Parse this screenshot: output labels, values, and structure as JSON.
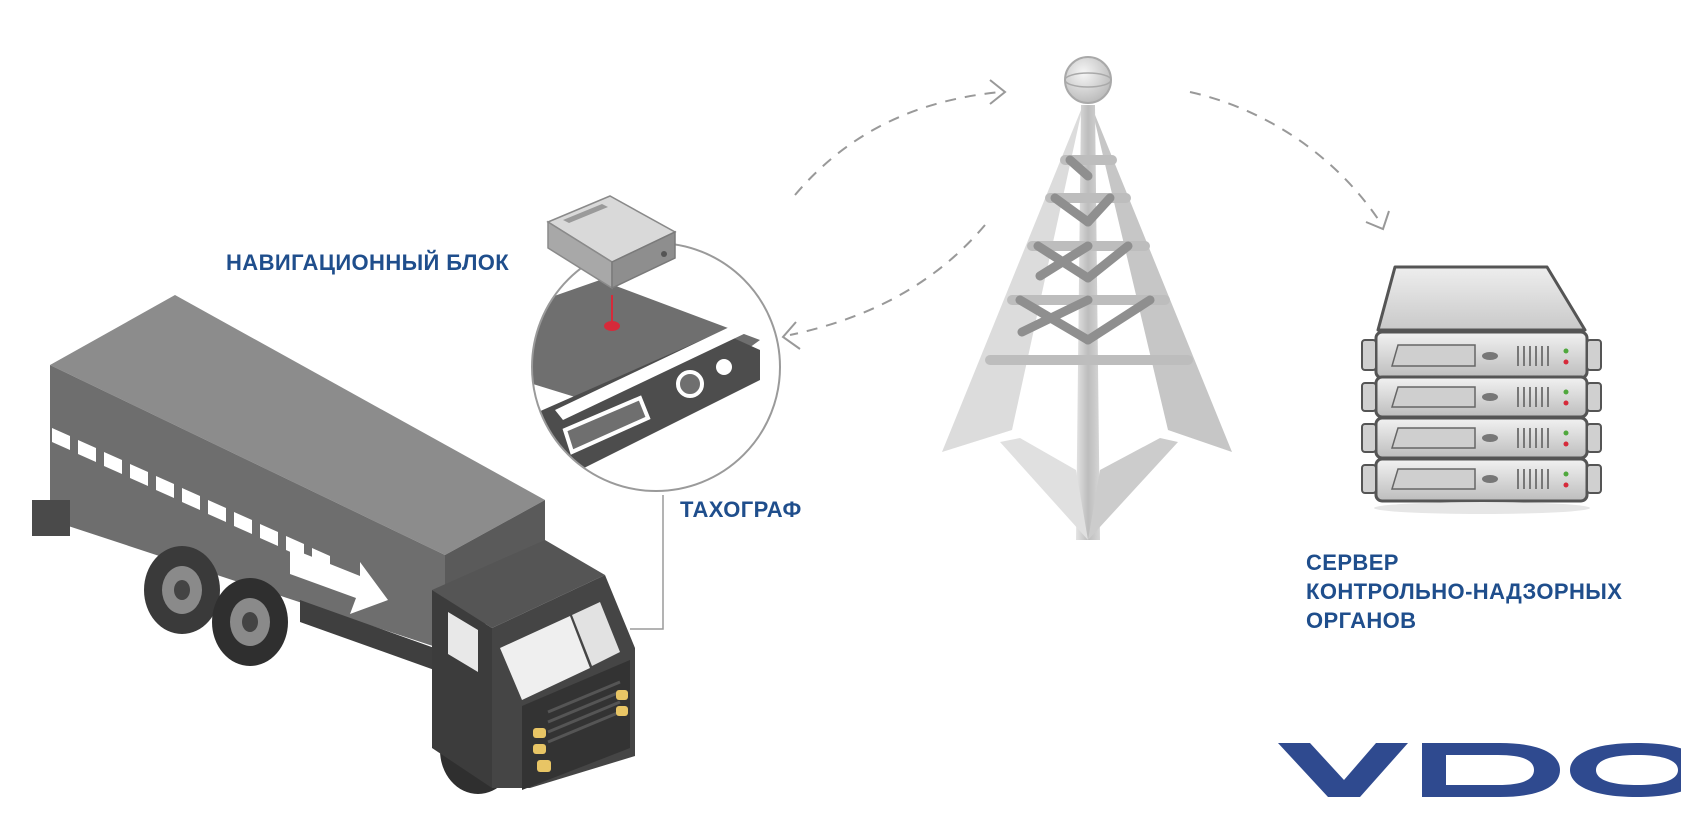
{
  "labels": {
    "navigation_unit": "НАВИГАЦИОННЫЙ БЛОК",
    "tachograph": "ТАХОГРАФ",
    "server": [
      "СЕРВЕР",
      "КОНТРОЛЬНО-НАДЗОРНЫХ",
      "ОРГАНОВ"
    ]
  },
  "logo": {
    "text": "VDO",
    "color": "#2f4a8f"
  },
  "colors": {
    "label": "#1f4e8c",
    "connector_arrow": "#999999",
    "indicator_red": "#d62a3a",
    "indicator_green": "#4fa83d"
  },
  "icons": [
    "truck-icon",
    "navigation-unit-icon",
    "tachograph-icon",
    "radio-tower-icon",
    "server-rack-icon"
  ]
}
